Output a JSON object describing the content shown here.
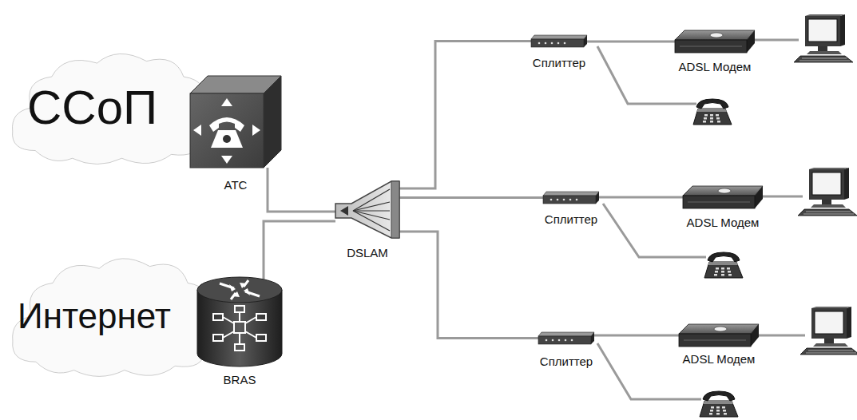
{
  "diagram": {
    "nodes": [
      {
        "text": [
          "ССоП"
        ]
      },
      {
        "text": [
          "АТС"
        ]
      },
      {
        "text": [
          "Интернет"
        ]
      },
      {
        "text": [
          "BRAS"
        ]
      },
      {
        "text": [
          "DSLAM"
        ]
      },
      {
        "text": [
          "Сплиттер"
        ]
      },
      {
        "text": [
          "ADSL Модем"
        ]
      },
      {
        "text": [
          "Сплиттер"
        ]
      },
      {
        "text": [
          "ADSL Модем"
        ]
      },
      {
        "text": [
          "Сплиттер"
        ]
      },
      {
        "text": [
          "ADSL Модем"
        ]
      }
    ],
    "edges": [
      {
        "from": 1,
        "to": 4,
        "arrow": "none"
      },
      {
        "from": 3,
        "to": 4,
        "arrow": "none"
      },
      {
        "from": 4,
        "to": 5,
        "arrow": "none"
      },
      {
        "from": 4,
        "to": 7,
        "arrow": "none"
      },
      {
        "from": 4,
        "to": 9,
        "arrow": "none"
      },
      {
        "from": 5,
        "to": 6,
        "arrow": "none"
      },
      {
        "from": 7,
        "to": 8,
        "arrow": "none"
      },
      {
        "from": 9,
        "to": 10,
        "arrow": "none"
      }
    ]
  }
}
